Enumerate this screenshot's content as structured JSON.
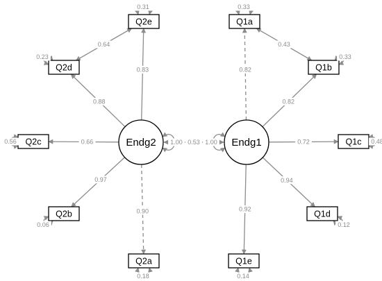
{
  "diagram": {
    "latents": [
      {
        "id": "endg2",
        "label": "Endg2",
        "variance": "1.00"
      },
      {
        "id": "endg1",
        "label": "Endg1",
        "variance": "1.00"
      }
    ],
    "observed": [
      {
        "id": "q2e",
        "label": "Q2e",
        "residual": "0.31"
      },
      {
        "id": "q2d",
        "label": "Q2d",
        "residual": "0.23"
      },
      {
        "id": "q2c",
        "label": "Q2c",
        "residual": "0.56"
      },
      {
        "id": "q2b",
        "label": "Q2b",
        "residual": "0.06"
      },
      {
        "id": "q2a",
        "label": "Q2a",
        "residual": "0.18"
      },
      {
        "id": "q1a",
        "label": "Q1a",
        "residual": "0.33"
      },
      {
        "id": "q1b",
        "label": "Q1b",
        "residual": "0.33"
      },
      {
        "id": "q1c",
        "label": "Q1c",
        "residual": "0.48"
      },
      {
        "id": "q1d",
        "label": "Q1d",
        "residual": "0.12"
      },
      {
        "id": "q1e",
        "label": "Q1e",
        "residual": "0.14"
      }
    ],
    "loadings": [
      {
        "from": "endg2",
        "to": "q2e",
        "value": "0.83",
        "dashed": false
      },
      {
        "from": "endg2",
        "to": "q2d",
        "value": "0.88",
        "dashed": false
      },
      {
        "from": "endg2",
        "to": "q2c",
        "value": "0.66",
        "dashed": false
      },
      {
        "from": "endg2",
        "to": "q2b",
        "value": "0.97",
        "dashed": false
      },
      {
        "from": "endg2",
        "to": "q2a",
        "value": "0.90",
        "dashed": true
      },
      {
        "from": "endg1",
        "to": "q1a",
        "value": "0.82",
        "dashed": true
      },
      {
        "from": "endg1",
        "to": "q1b",
        "value": "0.82",
        "dashed": false
      },
      {
        "from": "endg1",
        "to": "q1c",
        "value": "0.72",
        "dashed": false
      },
      {
        "from": "endg1",
        "to": "q1d",
        "value": "0.94",
        "dashed": false
      },
      {
        "from": "endg1",
        "to": "q1e",
        "value": "0.92",
        "dashed": false
      }
    ],
    "covariances": [
      {
        "a": "endg2",
        "b": "endg1",
        "value": "0.53"
      },
      {
        "a": "q2e",
        "b": "q2d",
        "value": "0.64"
      },
      {
        "a": "q1a",
        "b": "q1b",
        "value": "0.43"
      }
    ],
    "colors": {
      "edge": "#8c8c8c",
      "node_stroke": "#000000",
      "background": "#ffffff"
    }
  }
}
